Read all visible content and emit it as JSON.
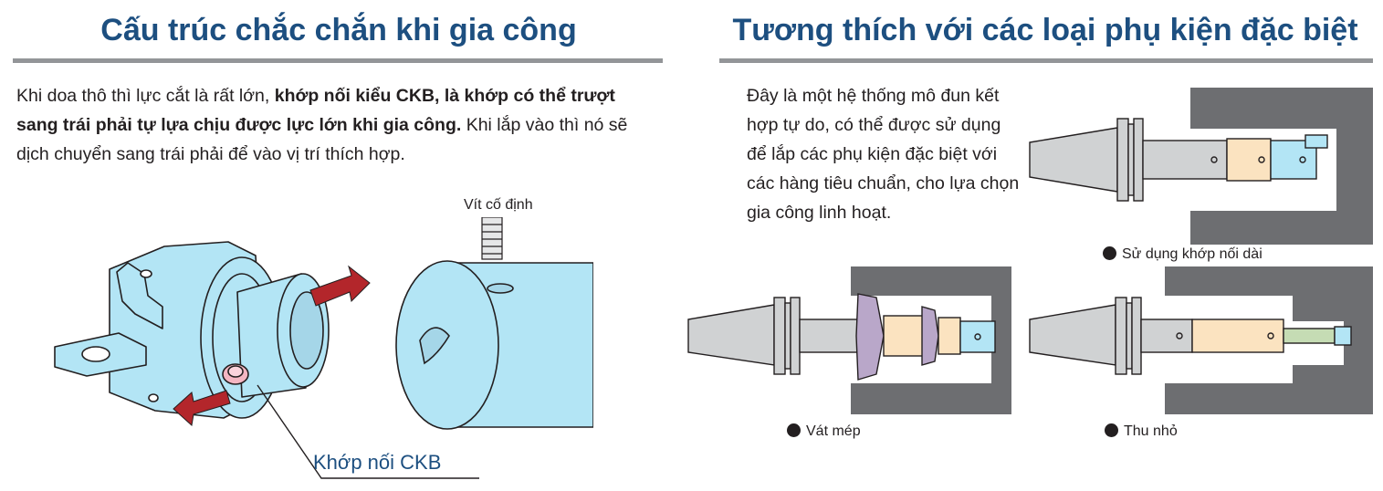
{
  "left": {
    "heading": "Cấu trúc chắc chắn khi gia công",
    "para_intro": "Khi doa thô thì lực cắt là rất lớn, ",
    "para_bold": "khớp nối kiểu CKB, là khớp có thể trượt sang trái phải tự lựa chịu được lực lớn khi gia công.",
    "para_rest": " Khi lắp vào thì nó sẽ dịch chuyển sang trái phải để vào vị trí thích hợp.",
    "label_screw": "Vít cố định",
    "label_ckb": "Khớp nối CKB"
  },
  "right": {
    "heading": "Tương thích với các loại phụ kiện đặc biệt",
    "para": "Đây là một hệ thống mô đun kết hợp tự do, có thể được sử dụng để lắp các phụ kiện đặc biệt với các hàng tiêu chuẩn, cho lựa chọn gia công linh hoạt.",
    "caption_long": "Sử dụng khớp nối dài",
    "caption_chamfer": "Vát mép",
    "caption_reduce": "Thu nhỏ"
  },
  "colors": {
    "heading": "#1d4f80",
    "rule": "#939598",
    "part_blue": "#b3e5f5",
    "arrow_red": "#b3262b",
    "holder_gray": "#d0d2d3",
    "workpiece_dark": "#6d6e71",
    "collar_tan": "#fbe3c0",
    "clamp_purple": "#b9a7c9",
    "bar_green": "#c5dcb4"
  },
  "icons": [
    "bullet-dot-icon",
    "red-arrow-icon"
  ]
}
